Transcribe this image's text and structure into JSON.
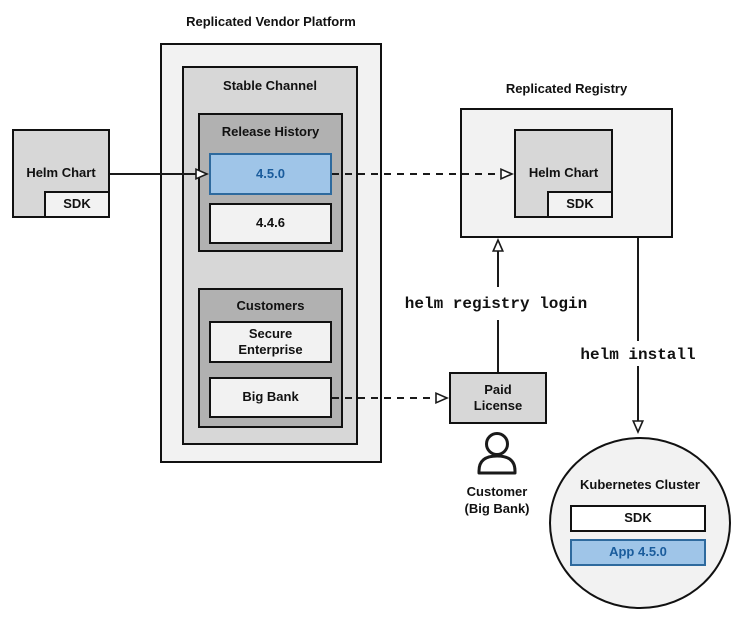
{
  "source_chart": {
    "label": "Helm Chart",
    "sdk_label": "SDK"
  },
  "platform": {
    "title": "Replicated Vendor Platform",
    "stable_channel": {
      "title": "Stable Channel",
      "release_history": {
        "title": "Release History",
        "releases": [
          {
            "version": "4.5.0",
            "highlighted": true
          },
          {
            "version": "4.4.6",
            "highlighted": false
          }
        ]
      },
      "customers": {
        "title": "Customers",
        "items": [
          {
            "name": "Secure Enterprise"
          },
          {
            "name": "Big Bank"
          }
        ]
      }
    }
  },
  "registry": {
    "title": "Replicated Registry",
    "helm_chart": {
      "label": "Helm Chart",
      "sdk_label": "SDK"
    }
  },
  "paid_license": {
    "label": "Paid License"
  },
  "customer_actor": {
    "line1": "Customer",
    "line2": "(Big Bank)"
  },
  "commands": {
    "registry_login": "helm registry login",
    "install": "helm install"
  },
  "cluster": {
    "title": "Kubernetes Cluster",
    "sdk_label": "SDK",
    "app_label": "App 4.5.0"
  },
  "colors": {
    "highlight_fill": "#9fc5e8",
    "highlight_border": "#2e6a9e",
    "highlight_text": "#1a5c9c",
    "box_border": "#111111",
    "fill_lightest": "#f2f2f2",
    "fill_mid": "#d7d7d7",
    "fill_dark": "#b1b1b1"
  }
}
